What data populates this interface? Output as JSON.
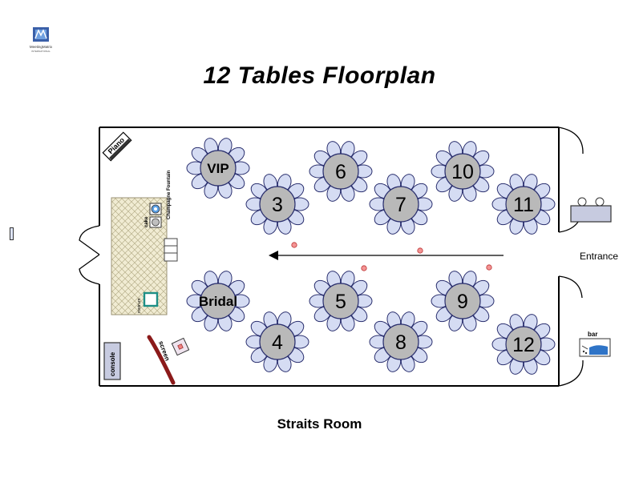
{
  "title": "12 Tables Floorplan",
  "room_name": "Straits Room",
  "logo": {
    "icon": "meetingmatrix-logo-icon",
    "text": "MeetingMatrix",
    "subtext": "INTERNATIONAL"
  },
  "tables": [
    {
      "label": "VIP"
    },
    {
      "label": "3"
    },
    {
      "label": "6"
    },
    {
      "label": "7"
    },
    {
      "label": "10"
    },
    {
      "label": "11"
    },
    {
      "label": "Bridal"
    },
    {
      "label": "4"
    },
    {
      "label": "5"
    },
    {
      "label": "8"
    },
    {
      "label": "9"
    },
    {
      "label": "12"
    }
  ],
  "fixtures": {
    "piano": "Piano",
    "champagne_fountain": "Champagne Fountain",
    "cake": "cake",
    "rostrum": "rostrum",
    "screen": "screen",
    "console": "console",
    "entrance": "Entrance",
    "bar": "bar"
  },
  "colors": {
    "table_fill": "#b9b9b9",
    "petal_fill": "#d5dcf3",
    "petal_stroke": "#2a2f6e",
    "stage_fill": "#f1ecd3",
    "marker": "#f08080",
    "screen": "#8b1a1a",
    "bar_water": "#2f74c7"
  }
}
